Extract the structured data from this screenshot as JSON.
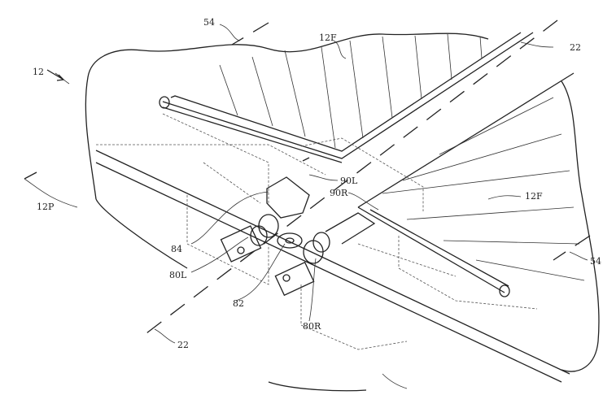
{
  "figure": {
    "labels": {
      "l54_top": "54",
      "l12F_left": "12F",
      "l22_top": "22",
      "l12": "12",
      "l12P": "12P",
      "l90L": "90L",
      "l90R": "90R",
      "l12F_right": "12F",
      "l84": "84",
      "l80L": "80L",
      "l82": "82",
      "l80R": "80R",
      "l22_bottom": "22",
      "l54_bottom": "54"
    }
  }
}
